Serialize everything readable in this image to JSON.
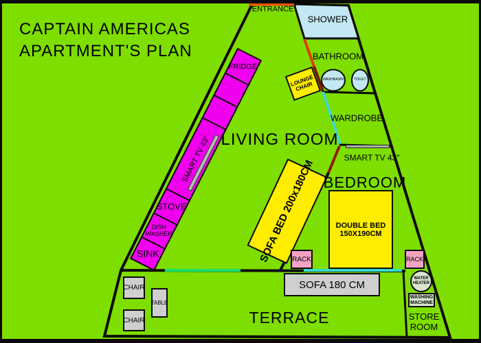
{
  "title": {
    "line1": "CAPTAIN AMERICAS",
    "line2": "APARTMENT'S PLAN"
  },
  "labels": {
    "entrance": "ENTRANCE",
    "shower": "SHOWER",
    "bathroom": "BATHROOM",
    "washbasin": "WASHBASIN",
    "toilet": "TOILET",
    "lounge_chair": {
      "line1": "LOUNGE",
      "line2": "CHAIR"
    },
    "wardrobe": "WARDROBE",
    "living_room": "LIVING ROOM",
    "kitchen": {
      "fridge": "FRIDGE",
      "smart_tv": "SMART TV 43\"",
      "stove": "STOVE",
      "dish_washer": {
        "line1": "DISH",
        "line2": "WASHER"
      },
      "sink": "SINK"
    },
    "bedroom": "BEDROOM",
    "bedroom_tv": "SMART TV 43\"",
    "sofa_bed": {
      "line1": "SOFA BED",
      "line2": "200x180CM"
    },
    "double_bed": {
      "line1": "DOUBLE BED",
      "line2": "150X190CM"
    },
    "rack_left": "RACK",
    "rack_right": "RACK",
    "sofa": "SOFA 180 CM",
    "chair_top": "CHAIR",
    "chair_bottom": "CHAIR",
    "table": "TABLE",
    "terrace": "TERRACE",
    "water_heater": {
      "line1": "WATER",
      "line2": "HEATER"
    },
    "washing_machine": {
      "line1": "WASHING",
      "line2": "MACHINE"
    },
    "store_room": {
      "line1": "STORE",
      "line2": "ROOM"
    }
  },
  "colors": {
    "background": "#7EDE00",
    "wall": "#0A0A0A",
    "kitchen_magenta": "#EF00EF",
    "furniture_yellow": "#FFED00",
    "water_blue": "#C2E8F4",
    "furniture_gray": "#CFCFCF",
    "rack_pink": "#F2A3C2",
    "appliance_gray_green": "#D8E6D0",
    "door_orange": "#F25400",
    "door_red_dark": "#8D1F00",
    "door_red_bright": "#E03C00",
    "door_cyan": "#3FD9CF",
    "door_green": "#17E06B"
  }
}
